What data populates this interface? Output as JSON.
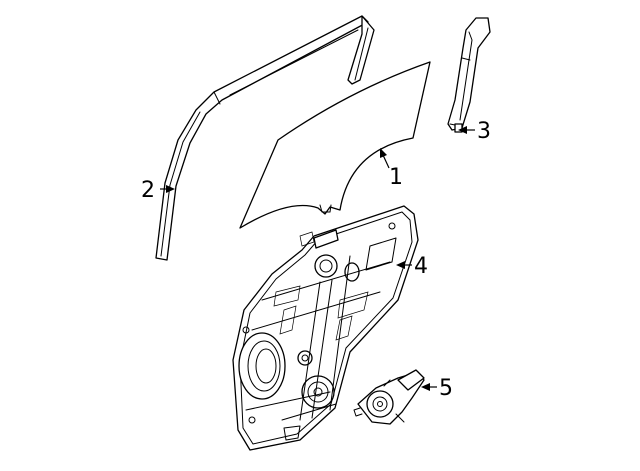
{
  "callouts": [
    {
      "label": "1",
      "part": "door-glass"
    },
    {
      "label": "2",
      "part": "glass-run-channel"
    },
    {
      "label": "3",
      "part": "rear-channel"
    },
    {
      "label": "4",
      "part": "window-regulator-module-panel"
    },
    {
      "label": "5",
      "part": "regulator-motor"
    }
  ]
}
